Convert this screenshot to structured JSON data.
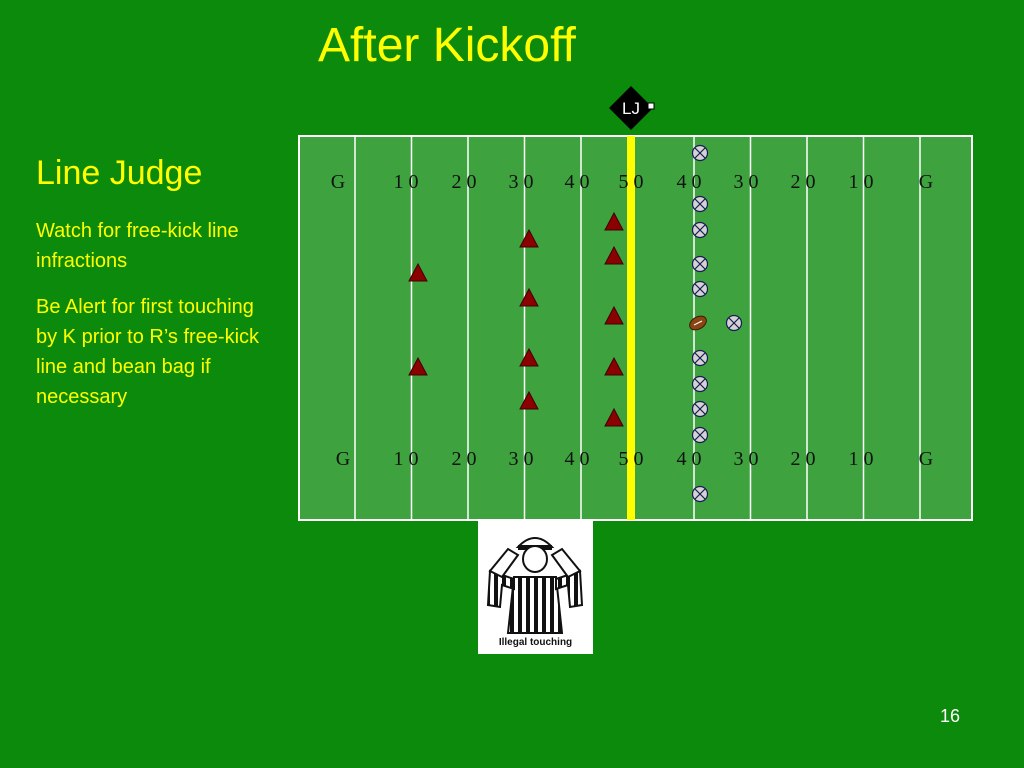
{
  "slide": {
    "title": "After Kickoff",
    "subtitle": "Line Judge",
    "paragraphs": [
      "Watch for free-kick line infractions",
      "Be Alert for first touching by K prior to R’s free-kick line and bean bag if necessary"
    ],
    "slide_number": "16"
  },
  "field": {
    "yard_labels_top": [
      "G",
      "1 0",
      "2 0",
      "3 0",
      "4 0",
      "5 0",
      "4 0",
      "3 0",
      "2 0",
      "1 0",
      "G"
    ],
    "yard_labels_bottom": [
      "G",
      "1 0",
      "2 0",
      "3 0",
      "4 0",
      "5 0",
      "4 0",
      "3 0",
      "2 0",
      "1 0",
      "G"
    ],
    "official_label": "LJ",
    "colors": {
      "field_green": "#3ea33e",
      "line_white": "#ffffff",
      "free_kick_line": "#ffff00",
      "kicking_team": "#8b0000",
      "receiving_team": "#d3d3d3"
    }
  },
  "signal": {
    "caption": "Illegal touching",
    "icon": "referee-illegal-touching-signal-icon"
  }
}
